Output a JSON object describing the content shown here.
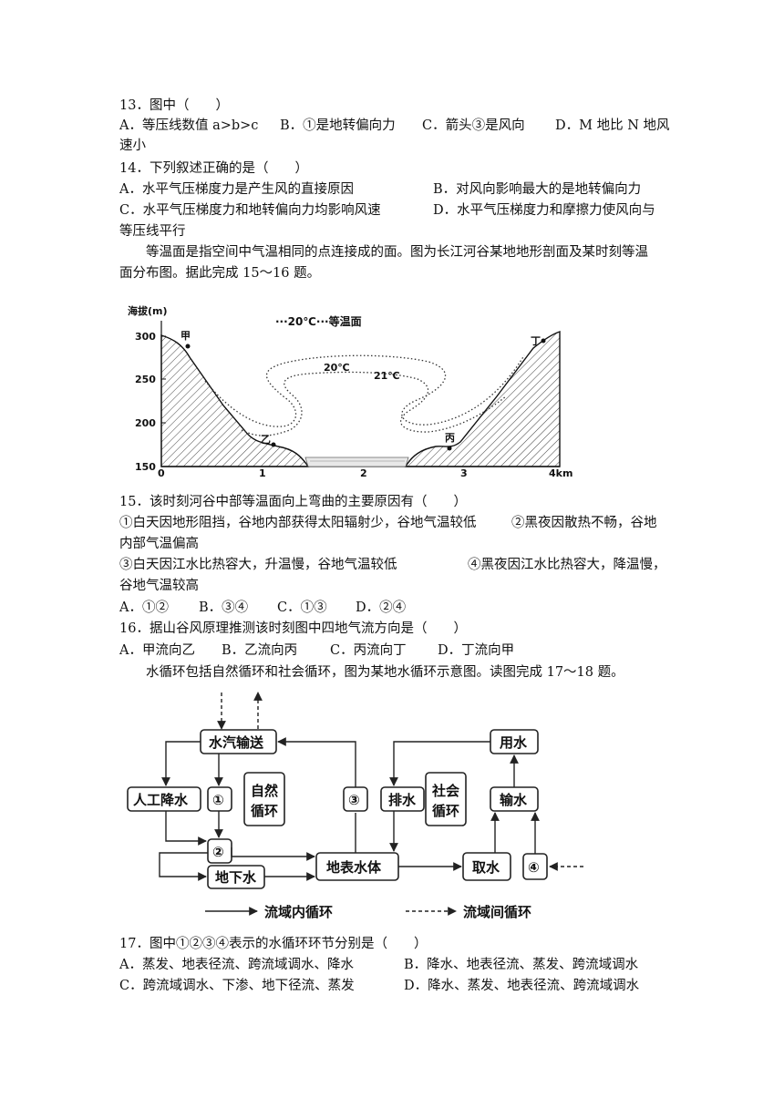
{
  "q13": {
    "stem": "13．图中（　　）",
    "a": "A．等压线数值 a>b>c",
    "b": "B．①是地转偏向力",
    "c": "C．箭头③是风向",
    "d1": "D．M 地比 N 地风",
    "d2": "速小"
  },
  "q14": {
    "stem": "14．下列叙述正确的是（　　）",
    "a": "A．水平气压梯度力是产生风的直接原因",
    "b": "B．对风向影响最大的是地转偏向力",
    "c": "C．水平气压梯度力和地转偏向力均影响风速",
    "d1": "D．水平气压梯度力和摩擦力使风向与",
    "d2": "等压线平行"
  },
  "intro1": {
    "l1": "等温面是指空间中气温相同的点连接成的面。图为长江河谷某地地形剖面及某时刻等温",
    "l2": "面分布图。据此完成 15～16 题。"
  },
  "fig1": {
    "y_axis_label": "海拔(m)",
    "y_ticks": [
      "300",
      "250",
      "200",
      "150"
    ],
    "x_ticks": [
      "0",
      "1",
      "2",
      "3",
      "4km"
    ],
    "legend": "···20℃···等温面",
    "iso_20": "20℃",
    "iso_21": "21℃",
    "p_jia": "甲",
    "p_yi": "乙",
    "p_bing": "丙",
    "p_ding": "丁"
  },
  "q15": {
    "stem": "15．该时刻河谷中部等温面向上弯曲的主要原因有（　　）",
    "s1": "①白天因地形阻挡，谷地内部获得太阳辐射少，谷地气温较低",
    "s2a": "②黑夜因散热不畅，谷地",
    "s2b": "内部气温偏高",
    "s3": "③白天因江水比热容大，升温慢，谷地气温较低",
    "s4a": "④黑夜因江水比热容大，降温慢，",
    "s4b": "谷地气温较高",
    "a": "A．①②",
    "b": "B．③④",
    "c": "C．①③",
    "d": "D．②④"
  },
  "q16": {
    "stem": "16．据山谷风原理推测该时刻图中四地气流方向是（　　）",
    "a": "A．甲流向乙",
    "b": "B．乙流向丙",
    "c": "C．丙流向丁",
    "d": "D．丁流向甲"
  },
  "intro2": "水循环包括自然循环和社会循环，图为某地水循环示意图。读图完成 17～18 题。",
  "fig2": {
    "vapor": "水汽输送",
    "artificial_rain": "人工降水",
    "n1": "①",
    "n2": "②",
    "n3": "③",
    "n4": "④",
    "natural1": "自然",
    "natural2": "循环",
    "drain": "排水",
    "social1": "社会",
    "social2": "循环",
    "use": "用水",
    "transport": "输水",
    "intake": "取水",
    "groundwater": "地下水",
    "surface": "地表水体",
    "legend_in": "流域内循环",
    "legend_between": "流域间循环"
  },
  "q17": {
    "stem": "17．图中①②③④表示的水循环环节分别是（　　）",
    "a": "A．蒸发、地表径流、跨流域调水、降水",
    "b": "B．降水、地表径流、蒸发、跨流域调水",
    "c": "C．跨流域调水、下渗、地下径流、蒸发",
    "d": "D．降水、蒸发、地表径流、跨流域调水"
  }
}
